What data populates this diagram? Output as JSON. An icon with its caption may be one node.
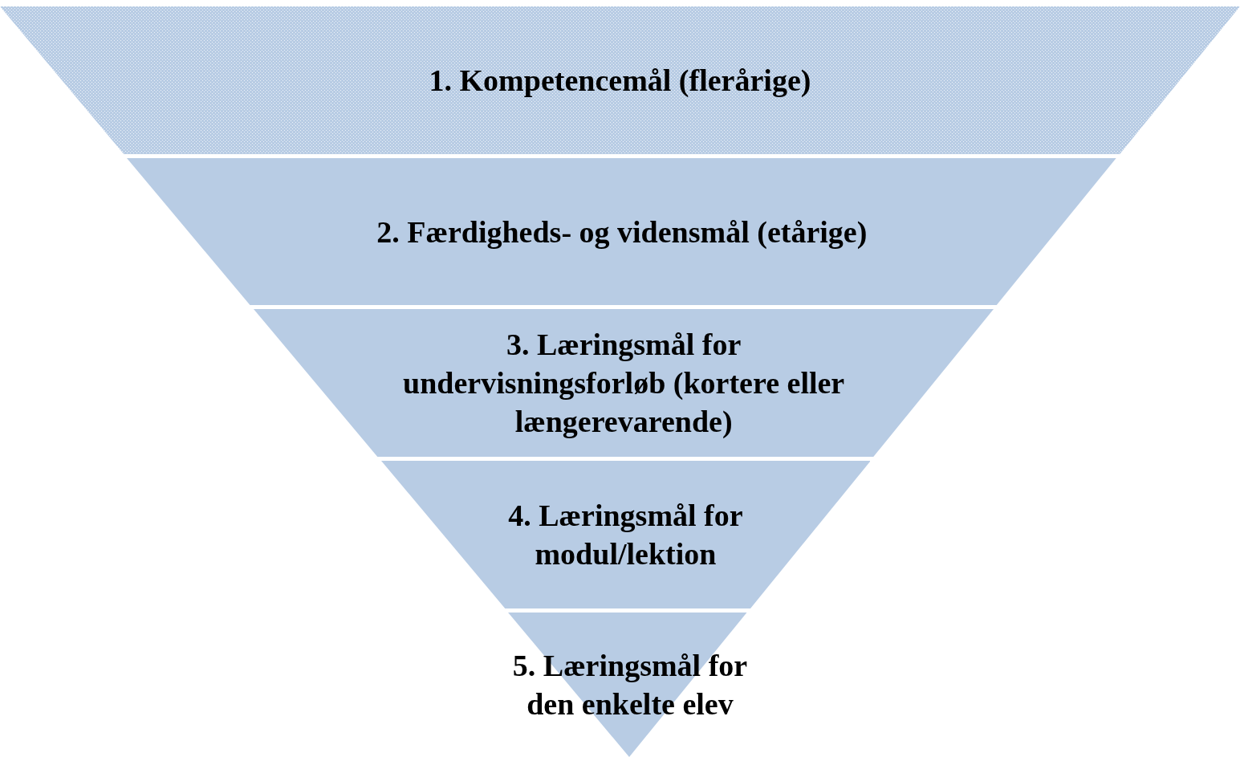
{
  "diagram": {
    "nodes": [
      {
        "text": [
          "1. Kompetencemål (flerårige)"
        ]
      },
      {
        "text": [
          "2. Færdigheds- og vidensmål (etårige)"
        ]
      },
      {
        "text": [
          "3. Læringsmål for undervisningsforløb (kortere eller længerevarende)"
        ]
      },
      {
        "text": [
          "4. Læringsmål for modul/lektion"
        ]
      },
      {
        "text": [
          "5. Læringsmål for den enkelte elev"
        ]
      }
    ],
    "edges": []
  }
}
